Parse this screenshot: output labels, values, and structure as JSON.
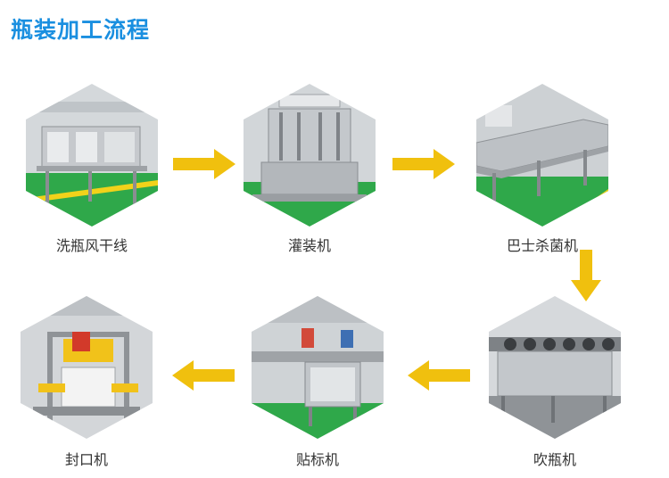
{
  "title": "瓶装加工流程",
  "steps": [
    {
      "label": "洗瓶风干线",
      "icon": "washing-drying-line-photo"
    },
    {
      "label": "灌装机",
      "icon": "filling-machine-photo"
    },
    {
      "label": "巴士杀菌机",
      "icon": "pasteurizer-photo"
    },
    {
      "label": "吹瓶机",
      "icon": "bottle-blowing-machine-photo"
    },
    {
      "label": "贴标机",
      "icon": "labeling-machine-photo"
    },
    {
      "label": "封口机",
      "icon": "sealing-machine-photo"
    }
  ],
  "colors": {
    "title": "#1a8fe0",
    "arrow": "#f0c00e",
    "floor": "#2fa84a",
    "steel": "#b9bcc0",
    "hall": "#cfd3d6"
  }
}
